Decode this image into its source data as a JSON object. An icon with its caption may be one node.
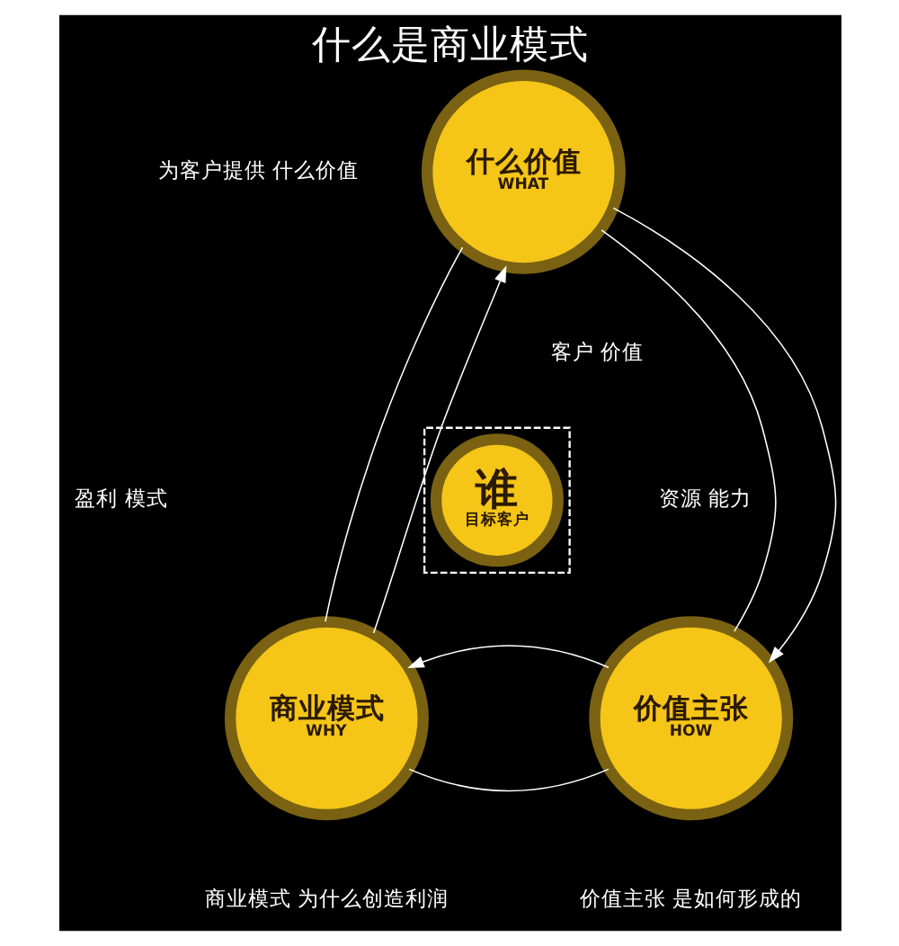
{
  "diagram": {
    "title": "什么是商业模式",
    "nodes": [
      {
        "text": [
          "什么价值",
          "WHAT"
        ],
        "beside": [
          "为客户提供 什么价值"
        ]
      },
      {
        "text": [],
        "shape": "triangle"
      },
      {
        "text": [
          "谁",
          "目标客户"
        ],
        "in": 1
      },
      {
        "text": [
          "商业模式",
          "WHY"
        ],
        "beside": [
          "商业模式 为什么创造利润"
        ]
      },
      {
        "text": [
          "价值主张",
          "HOW"
        ],
        "beside": [
          "价值主张 是如何形成的"
        ]
      }
    ],
    "edges": [
      {
        "from": 0,
        "to": 3,
        "arrow": "none"
      },
      {
        "from": 0,
        "to": 4,
        "arrow": "none"
      },
      {
        "from": 3,
        "to": 4,
        "arrow": "none"
      },
      {
        "from": 3,
        "to": 0,
        "arrow": "to"
      },
      {
        "from": 0,
        "to": 4,
        "arrow": "to"
      },
      {
        "from": 4,
        "to": 3,
        "arrow": "to"
      }
    ],
    "labels": [
      "客户 价值",
      "盈利 模式",
      "资源 能力"
    ]
  }
}
